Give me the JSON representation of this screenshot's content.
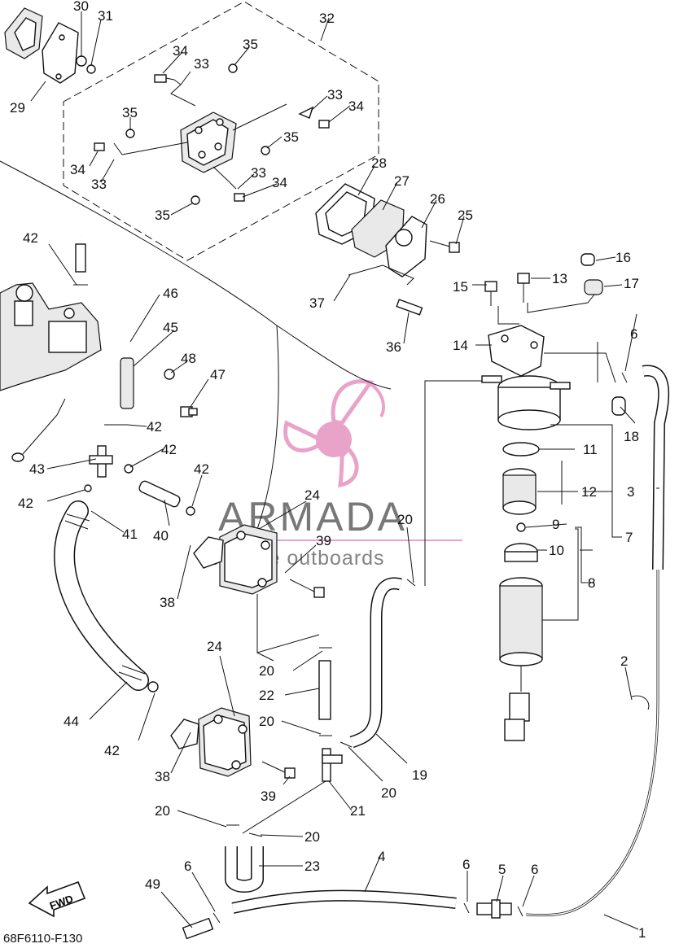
{
  "diagram_code": "68F6110-F130",
  "watermark": {
    "brand": "ARMADA",
    "tagline": "marine outboards",
    "accent_color": "#e79ac4"
  },
  "fwd_arrow": {
    "label": "FWD"
  },
  "callouts": {
    "c1": "1",
    "c2": "2",
    "c3": "3",
    "c4": "4",
    "c5": "5",
    "c6a": "6",
    "c6b": "6",
    "c6c": "6",
    "c6d": "6",
    "c7": "7",
    "c8": "8",
    "c9": "9",
    "c10": "10",
    "c11": "11",
    "c12": "12",
    "c13": "13",
    "c14": "14",
    "c15": "15",
    "c16": "16",
    "c17": "17",
    "c18": "18",
    "c19": "19",
    "c20a": "20",
    "c20b": "20",
    "c20c": "20",
    "c20d": "20",
    "c20e": "20",
    "c20f": "20",
    "c21": "21",
    "c22": "22",
    "c23": "23",
    "c24a": "24",
    "c24b": "24",
    "c25": "25",
    "c26": "26",
    "c27": "27",
    "c28": "28",
    "c29": "29",
    "c30": "30",
    "c31": "31",
    "c32": "32",
    "c33a": "33",
    "c33b": "33",
    "c33c": "33",
    "c33d": "33",
    "c34a": "34",
    "c34b": "34",
    "c34c": "34",
    "c34d": "34",
    "c35a": "35",
    "c35b": "35",
    "c35c": "35",
    "c35d": "35",
    "c36": "36",
    "c37": "37",
    "c38a": "38",
    "c38b": "38",
    "c39a": "39",
    "c39b": "39",
    "c40": "40",
    "c41": "41",
    "c42a": "42",
    "c42b": "42",
    "c42c": "42",
    "c42d": "42",
    "c42e": "42",
    "c42f": "42",
    "c43": "43",
    "c44": "44",
    "c45": "45",
    "c46": "46",
    "c47": "47",
    "c48": "48",
    "c49": "49"
  }
}
